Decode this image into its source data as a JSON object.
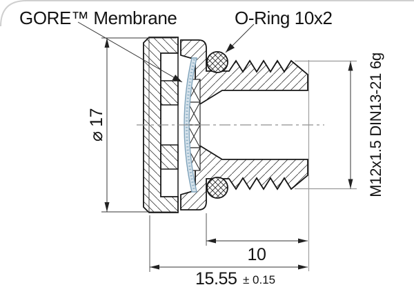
{
  "drawing": {
    "labels": {
      "membrane": "GORE™ Membrane",
      "oring": "O-Ring 10x2"
    },
    "dimensions": {
      "diameter": "⌀ 17",
      "thread_spec": "M12x1.5 DIN13-21 6g",
      "thread_length": "10",
      "total_length": "15.55",
      "total_tolerance": "± 0.15"
    },
    "colors": {
      "edge_line": "#161616",
      "dim_line": "#333333",
      "extension_gray": "#999999",
      "centerline_gray": "#8f8f8f",
      "membrane_fill": "#d6e2eb",
      "membrane_edge": "#7fa3bb"
    }
  }
}
